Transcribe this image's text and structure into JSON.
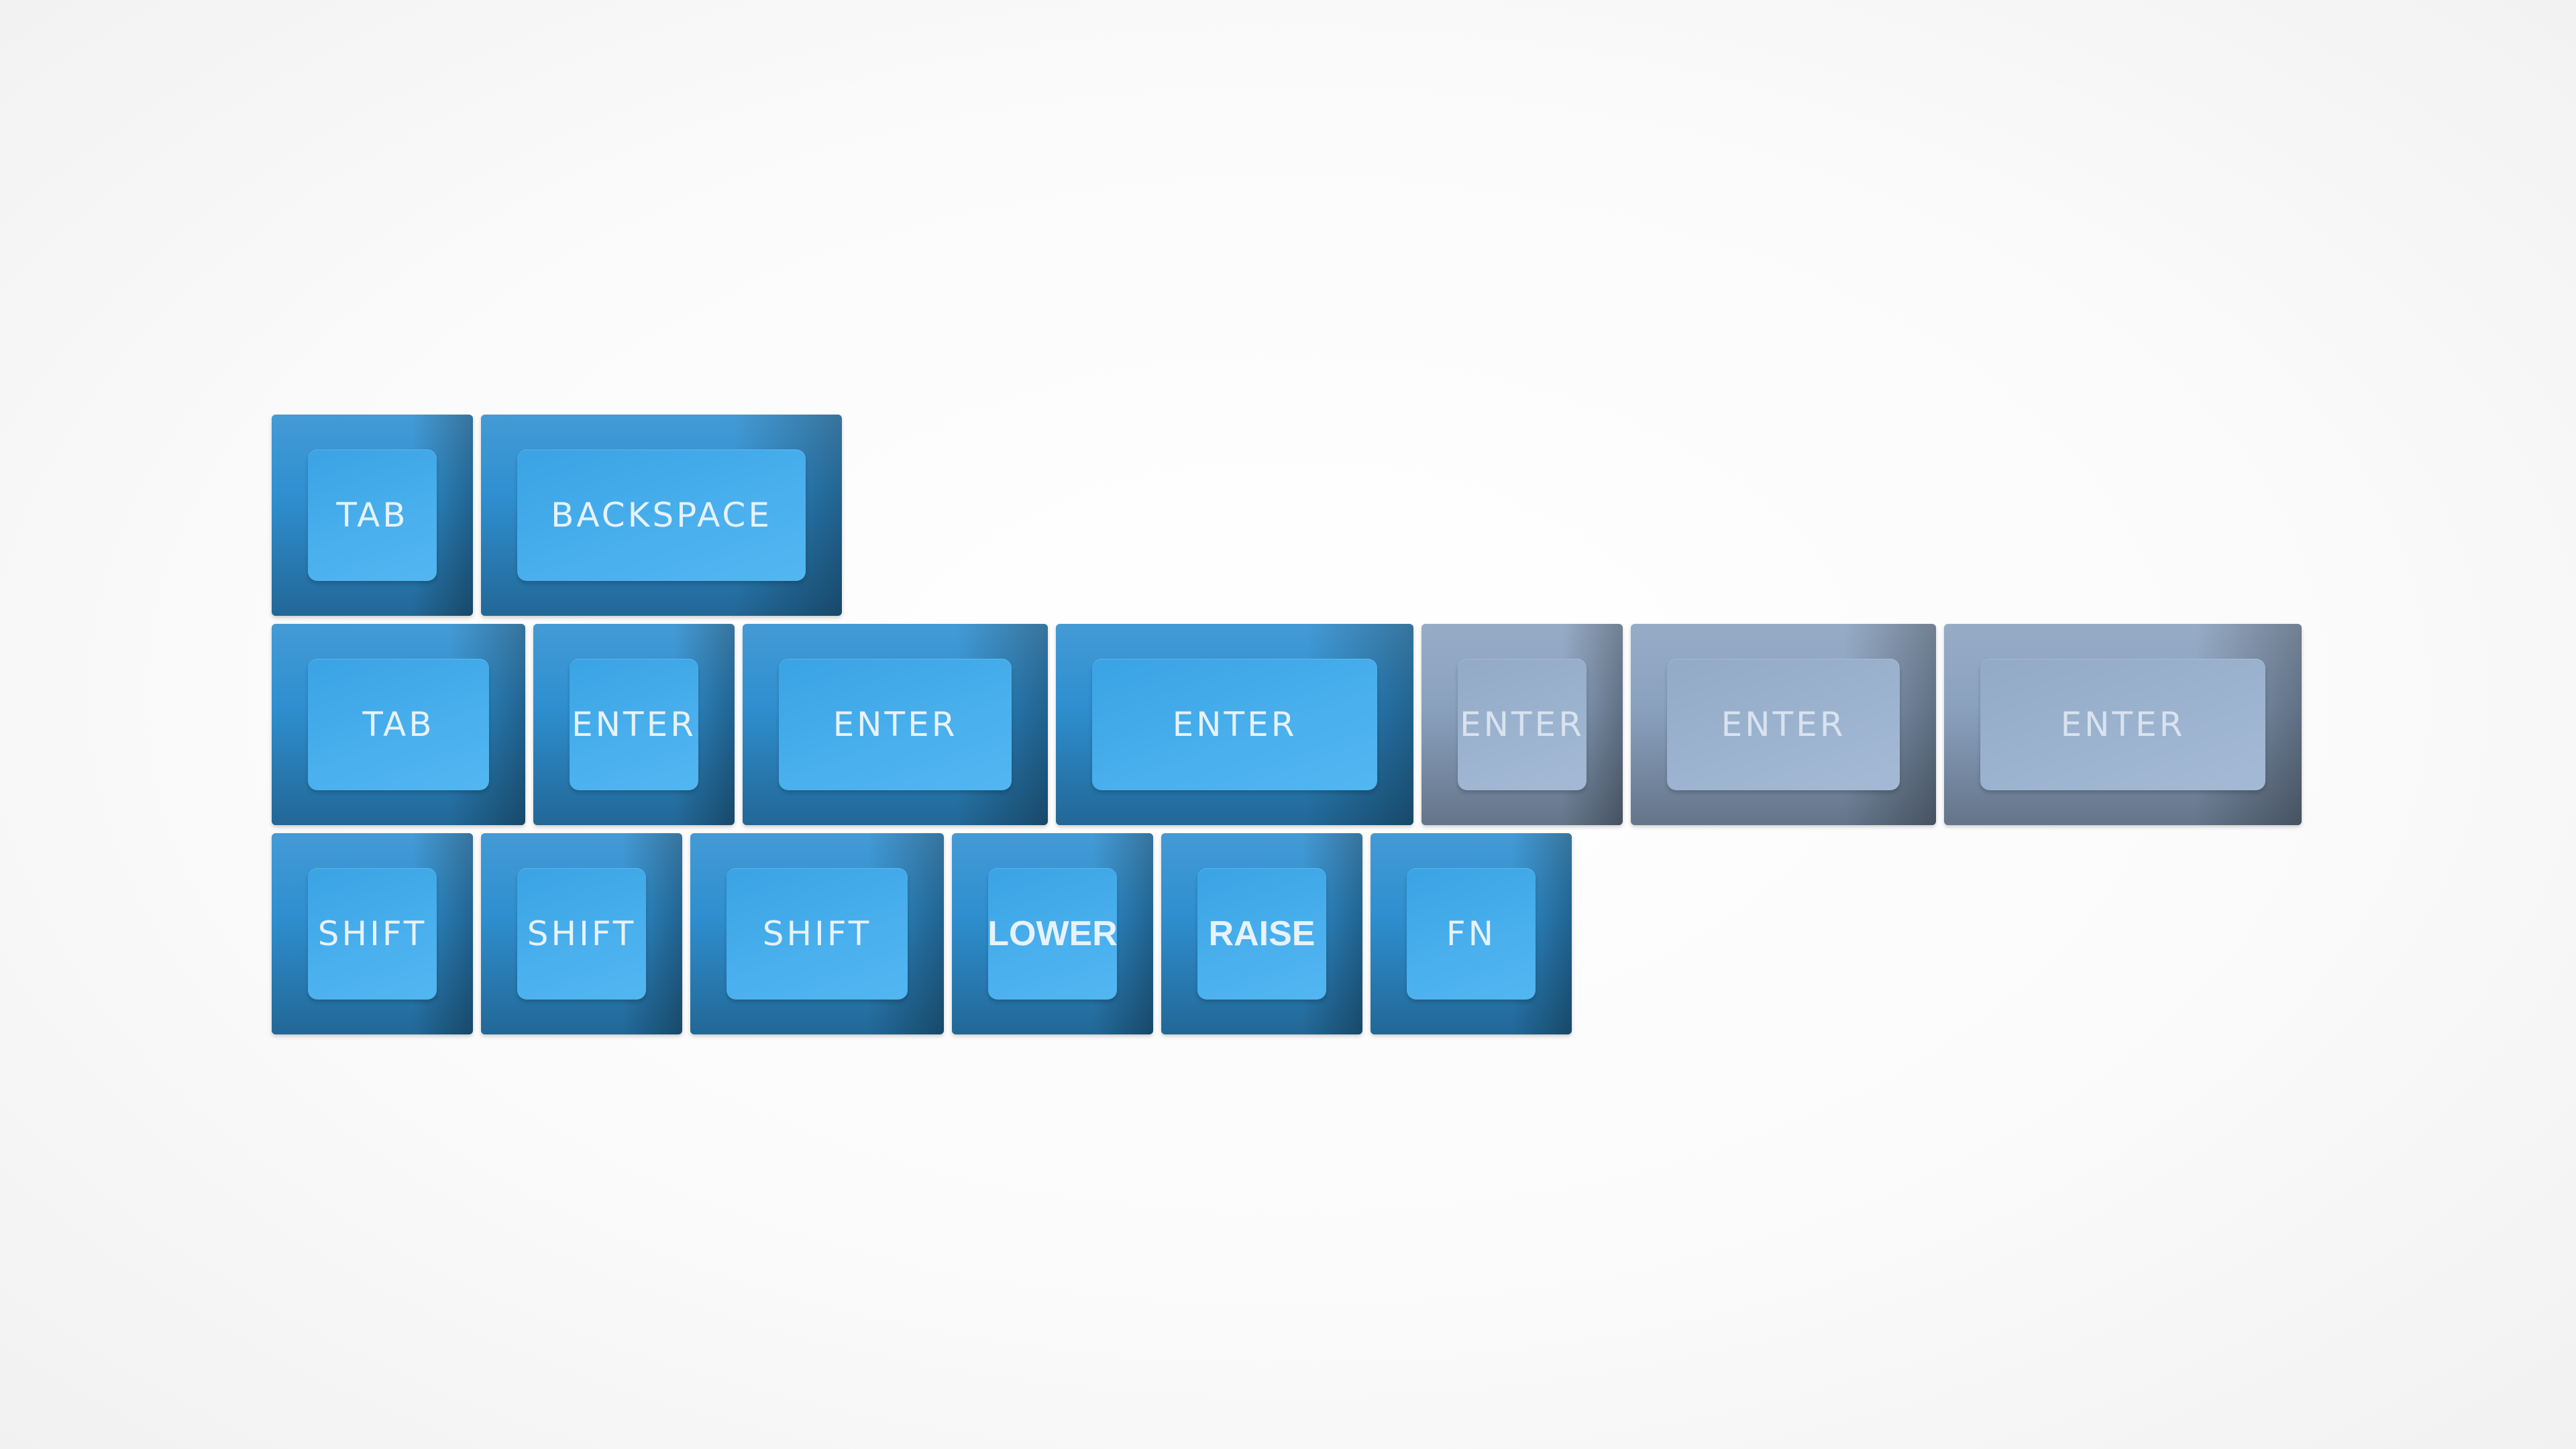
{
  "keycap_set": {
    "colors": {
      "blue": "#2f8fd0",
      "gray": "#8ba2bf",
      "legend": "#e7f2fb"
    },
    "rows": [
      {
        "keys": [
          {
            "legend": "TAB",
            "color": "blue"
          },
          {
            "legend": "BACKSPACE",
            "color": "blue"
          }
        ]
      },
      {
        "keys": [
          {
            "legend": "TAB",
            "color": "blue"
          },
          {
            "legend": "ENTER",
            "color": "blue"
          },
          {
            "legend": "ENTER",
            "color": "blue"
          },
          {
            "legend": "ENTER",
            "color": "blue"
          },
          {
            "legend": "ENTER",
            "color": "gray"
          },
          {
            "legend": "ENTER",
            "color": "gray"
          },
          {
            "legend": "ENTER",
            "color": "gray"
          }
        ]
      },
      {
        "keys": [
          {
            "legend": "SHIFT",
            "color": "blue"
          },
          {
            "legend": "SHIFT",
            "color": "blue"
          },
          {
            "legend": "SHIFT",
            "color": "blue"
          },
          {
            "legend": "LOWER",
            "color": "blue"
          },
          {
            "legend": "RAISE",
            "color": "blue"
          },
          {
            "legend": "FN",
            "color": "blue"
          }
        ]
      }
    ]
  }
}
